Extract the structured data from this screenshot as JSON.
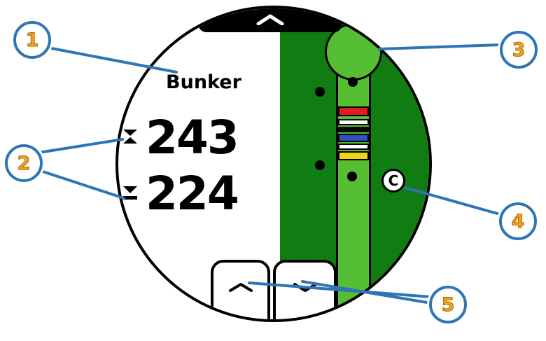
{
  "colors": {
    "callout-border": "#2E75B6",
    "callout-number": "#F5A01B",
    "screen-green": "#117C11",
    "fairway-green": "#56BE32",
    "band-red": "#E11B22",
    "band-white": "#FFFFFF",
    "band-black": "#0A0A0A",
    "band-blue": "#2D52BE",
    "band-yellow": "#F2D411"
  },
  "watch": {
    "hazard_label": "Bunker",
    "distances": [
      {
        "value": "243",
        "icon": "back-of-hazard-icon"
      },
      {
        "value": "224",
        "icon": "front-of-hazard-icon"
      }
    ],
    "map": {
      "hazard_marker": "C",
      "layup_bands": [
        "red",
        "white",
        "black",
        "blue",
        "white",
        "yellow"
      ],
      "hazard_dots": 4
    },
    "nav": {
      "top": "up-chevron-icon",
      "bottom_left": "up-chevron-icon",
      "bottom_right": "down-chevron-icon"
    }
  },
  "callouts": [
    {
      "label": "1"
    },
    {
      "label": "2"
    },
    {
      "label": "3"
    },
    {
      "label": "4"
    },
    {
      "label": "5"
    }
  ]
}
